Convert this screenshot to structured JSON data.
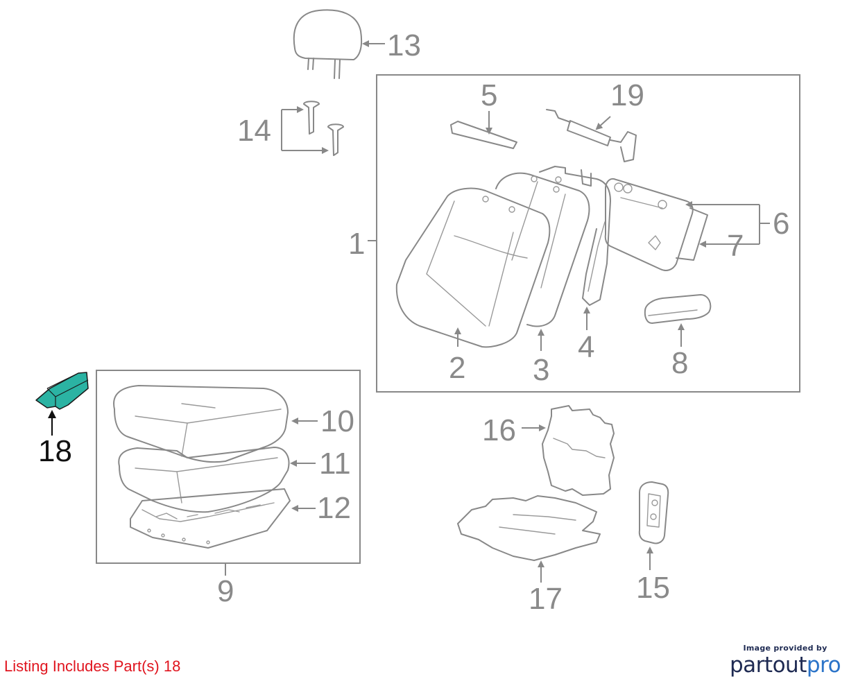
{
  "callouts": {
    "p1": "1",
    "p2": "2",
    "p3": "3",
    "p4": "4",
    "p5": "5",
    "p6": "6",
    "p7": "7",
    "p8": "8",
    "p9": "9",
    "p10": "10",
    "p11": "11",
    "p12": "12",
    "p13": "13",
    "p14": "14",
    "p15": "15",
    "p16": "16",
    "p17": "17",
    "p18": "18",
    "p19": "19"
  },
  "highlight": {
    "part": "18",
    "color": "#2bb3a3"
  },
  "footer": {
    "listing_text": "Listing Includes Part(s)  18",
    "listing_color": "#e0141e"
  },
  "brand": {
    "provided_by": "Image provided by",
    "name_part1": "partout",
    "name_part2": "pro",
    "color_primary": "#1e2a52",
    "color_accent": "#2a73c8"
  }
}
